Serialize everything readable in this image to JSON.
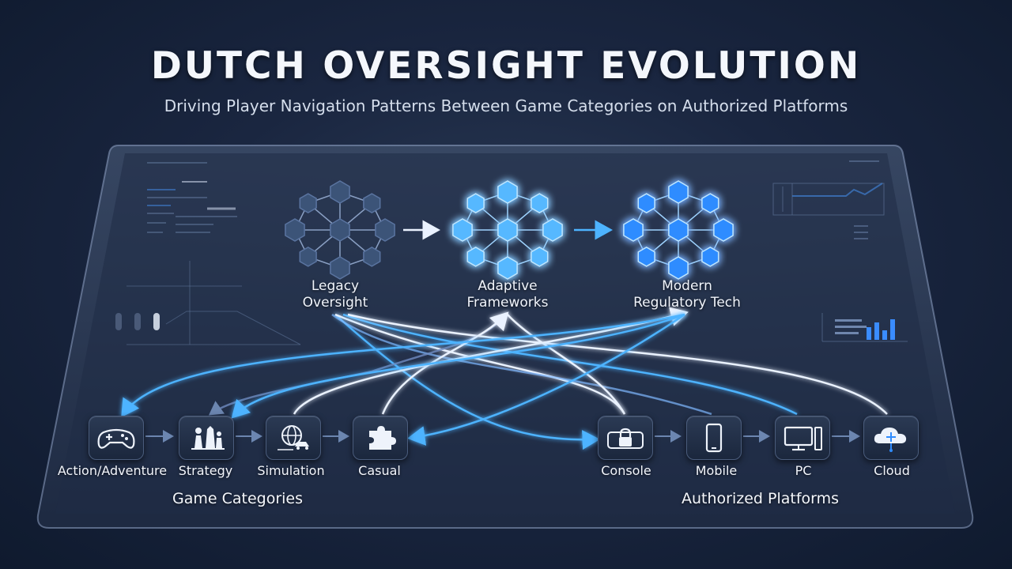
{
  "header": {
    "title": "DUTCH OVERSIGHT EVOLUTION",
    "subtitle": "Driving Player Navigation Patterns Between Game Categories on Authorized Platforms"
  },
  "stages": [
    {
      "id": "legacy",
      "line1": "Legacy",
      "line2": "Oversight",
      "style": "dim"
    },
    {
      "id": "adaptive",
      "line1": "Adaptive",
      "line2": "Frameworks",
      "style": "glow"
    },
    {
      "id": "modern",
      "line1": "Modern",
      "line2": "Regulatory Tech",
      "style": "bright"
    }
  ],
  "game_categories": {
    "label": "Game Categories",
    "items": [
      {
        "id": "action",
        "label": "Action/Adventure",
        "icon": "gamepad-icon"
      },
      {
        "id": "strategy",
        "label": "Strategy",
        "icon": "chess-pieces-icon"
      },
      {
        "id": "simulation",
        "label": "Simulation",
        "icon": "globe-car-icon"
      },
      {
        "id": "casual",
        "label": "Casual",
        "icon": "puzzle-piece-icon"
      }
    ]
  },
  "platforms": {
    "label": "Authorized Platforms",
    "items": [
      {
        "id": "console",
        "label": "Console",
        "icon": "lock-console-icon"
      },
      {
        "id": "mobile",
        "label": "Mobile",
        "icon": "smartphone-icon"
      },
      {
        "id": "pc",
        "label": "PC",
        "icon": "desktop-monitor-icon"
      },
      {
        "id": "cloud",
        "label": "Cloud",
        "icon": "cloud-network-icon"
      }
    ]
  },
  "colors": {
    "accent_blue": "#3aa8ff",
    "glow_white": "#e8f2ff",
    "node_dim": "#3c5478",
    "node_bright": "#2f8cff"
  }
}
